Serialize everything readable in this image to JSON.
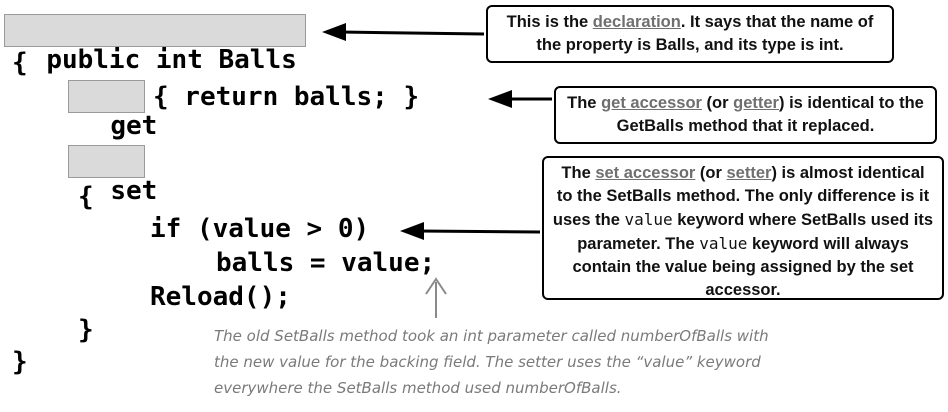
{
  "code": {
    "declaration_keyword": "public int Balls",
    "open_brace": "{",
    "get_keyword": "get",
    "get_body": "{ return balls; }",
    "set_keyword": "set",
    "set_open_brace": "{",
    "if_line": "if (value > 0)",
    "assign_line": "balls = value;",
    "reload_line": "Reload();",
    "set_close_brace": "}",
    "close_brace": "}"
  },
  "callouts": {
    "declaration": {
      "pre": "This is the ",
      "term": "declaration",
      "post": ". It says that the name of the property is Balls, and its type is int."
    },
    "getter": {
      "pre": "The ",
      "term1": "get accessor",
      "mid": " (or ",
      "term2": "getter",
      "post": ") is identical to the GetBalls method that it replaced."
    },
    "setter": {
      "pre": "The ",
      "term1": "set accessor",
      "mid": " (or ",
      "term2": "setter",
      "post1": ") is almost identical to the SetBalls method. The only difference is it uses the ",
      "code1": "value",
      "post2": " keyword where SetBalls used its parameter. The ",
      "code2": "value",
      "post3": " keyword will always contain the value being assigned by the set accessor."
    }
  },
  "handwritten_note": {
    "line1": "The old SetBalls method took an int parameter called numberOfBalls with",
    "line2": "the new value for the backing field. The setter uses the “value” keyword",
    "line3": "everywhere the SetBalls method used numberOfBalls."
  },
  "colors": {
    "keyword_highlight": "#dadada",
    "term_underline": "#6f6f6f",
    "handwriting": "#7a7a7a"
  }
}
